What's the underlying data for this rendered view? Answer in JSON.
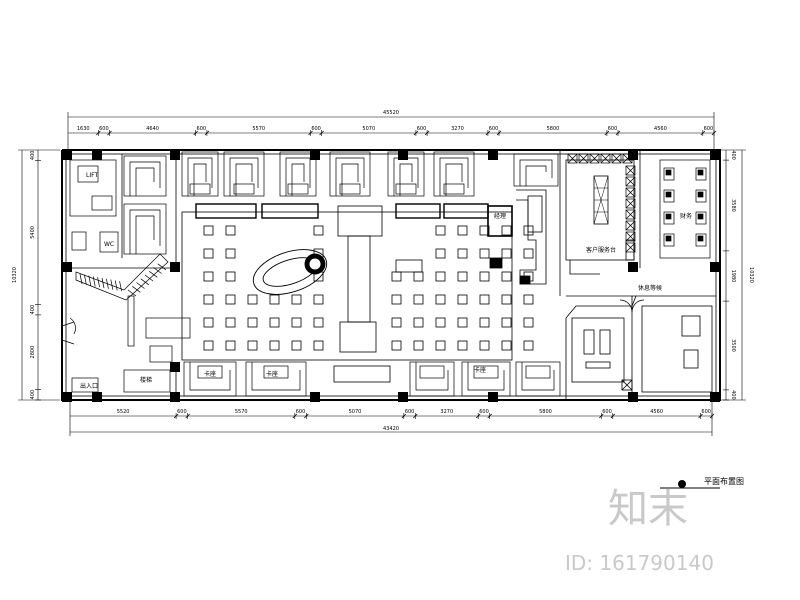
{
  "top_dimensions": {
    "overall": "45520",
    "segments": [
      "1630",
      "600",
      "4640",
      "600",
      "5570",
      "600",
      "5070",
      "600",
      "3270",
      "600",
      "5800",
      "600",
      "4560",
      "600"
    ]
  },
  "bottom_dimensions": {
    "overall": "43420",
    "segments": [
      "5520",
      "600",
      "5570",
      "600",
      "5070",
      "600",
      "3270",
      "600",
      "5800",
      "600",
      "4560",
      "600"
    ]
  },
  "left_dimensions": {
    "overall": "10320",
    "segments": [
      "400",
      "5400",
      "400",
      "2800",
      "400"
    ]
  },
  "right_dimensions": {
    "overall": "10320",
    "segments": [
      "400",
      "3580",
      "1980",
      "3500",
      "400"
    ]
  },
  "room_labels": {
    "office_top": "经理",
    "office_right": "财务",
    "service_desk": "客户服务台",
    "waiting": "休息等候",
    "counter_a": "卡座",
    "counter_b": "卡座",
    "counter_c": "卡座",
    "stair": "楼梯",
    "entrance": "出入口",
    "lift": "LIFT",
    "wc": "WC"
  },
  "caption": "平面布置图",
  "watermark": {
    "logo_text": "知末",
    "id_text": "ID: 161790140"
  }
}
